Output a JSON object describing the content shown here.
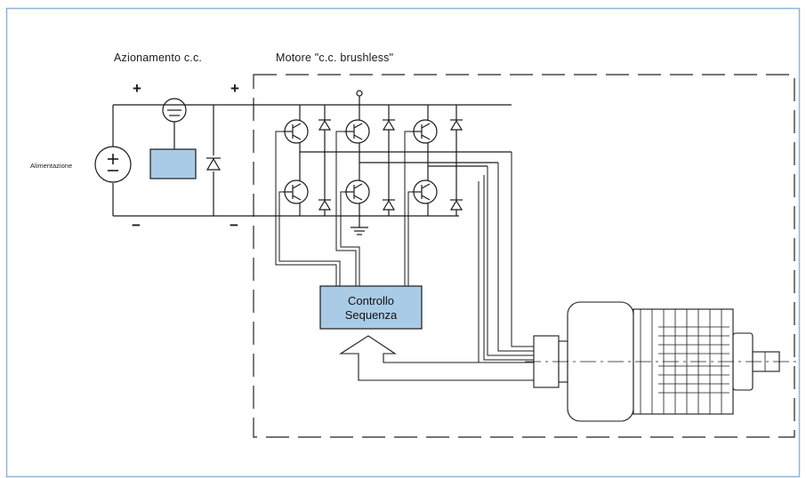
{
  "labels": {
    "drive": "Azionamento c.c.",
    "motor": "Motore \"c.c. brushless\"",
    "supply": "Alimentazione",
    "control_line1": "Controllo",
    "control_line2": "Sequenza",
    "plus": "+",
    "minus": "−"
  },
  "colors": {
    "frame_blue": "#8fb6d4",
    "box_fill": "#a9cbe6",
    "line": "#1a1a1a"
  }
}
